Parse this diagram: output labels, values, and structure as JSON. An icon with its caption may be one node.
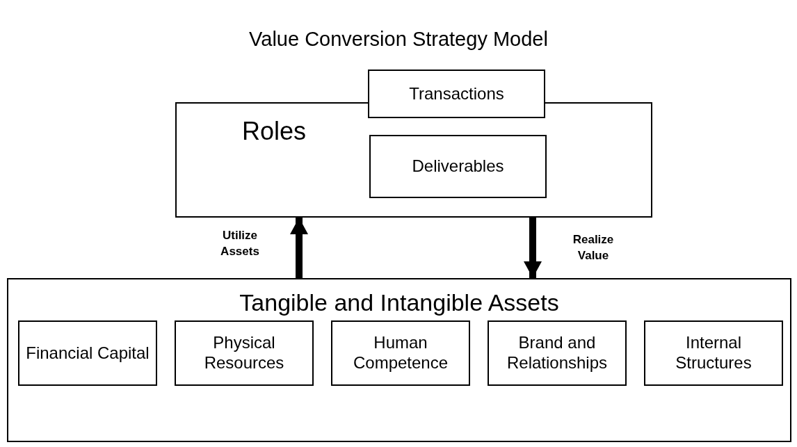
{
  "diagram": {
    "title": "Value Conversion Strategy Model",
    "nodes": [
      {
        "text": [
          "Roles"
        ]
      },
      {
        "text": [
          "Transactions"
        ]
      },
      {
        "text": [
          "Deliverables"
        ],
        "in": 0
      },
      {
        "text": [
          "Tangible and Intangible Assets"
        ]
      },
      {
        "text": [
          "Financial Capital"
        ],
        "in": 3
      },
      {
        "text": [
          "Physical Resources"
        ],
        "in": 3
      },
      {
        "text": [
          "Human Competence"
        ],
        "in": 3
      },
      {
        "text": [
          "Brand and Relationships"
        ],
        "in": 3
      },
      {
        "text": [
          "Internal Structures"
        ],
        "in": 3
      }
    ],
    "edges": [
      {
        "from": 3,
        "to": 0,
        "arrow": "to",
        "label": "Utilize Assets"
      },
      {
        "from": 0,
        "to": 3,
        "arrow": "to",
        "label": "Realize Value"
      }
    ]
  }
}
